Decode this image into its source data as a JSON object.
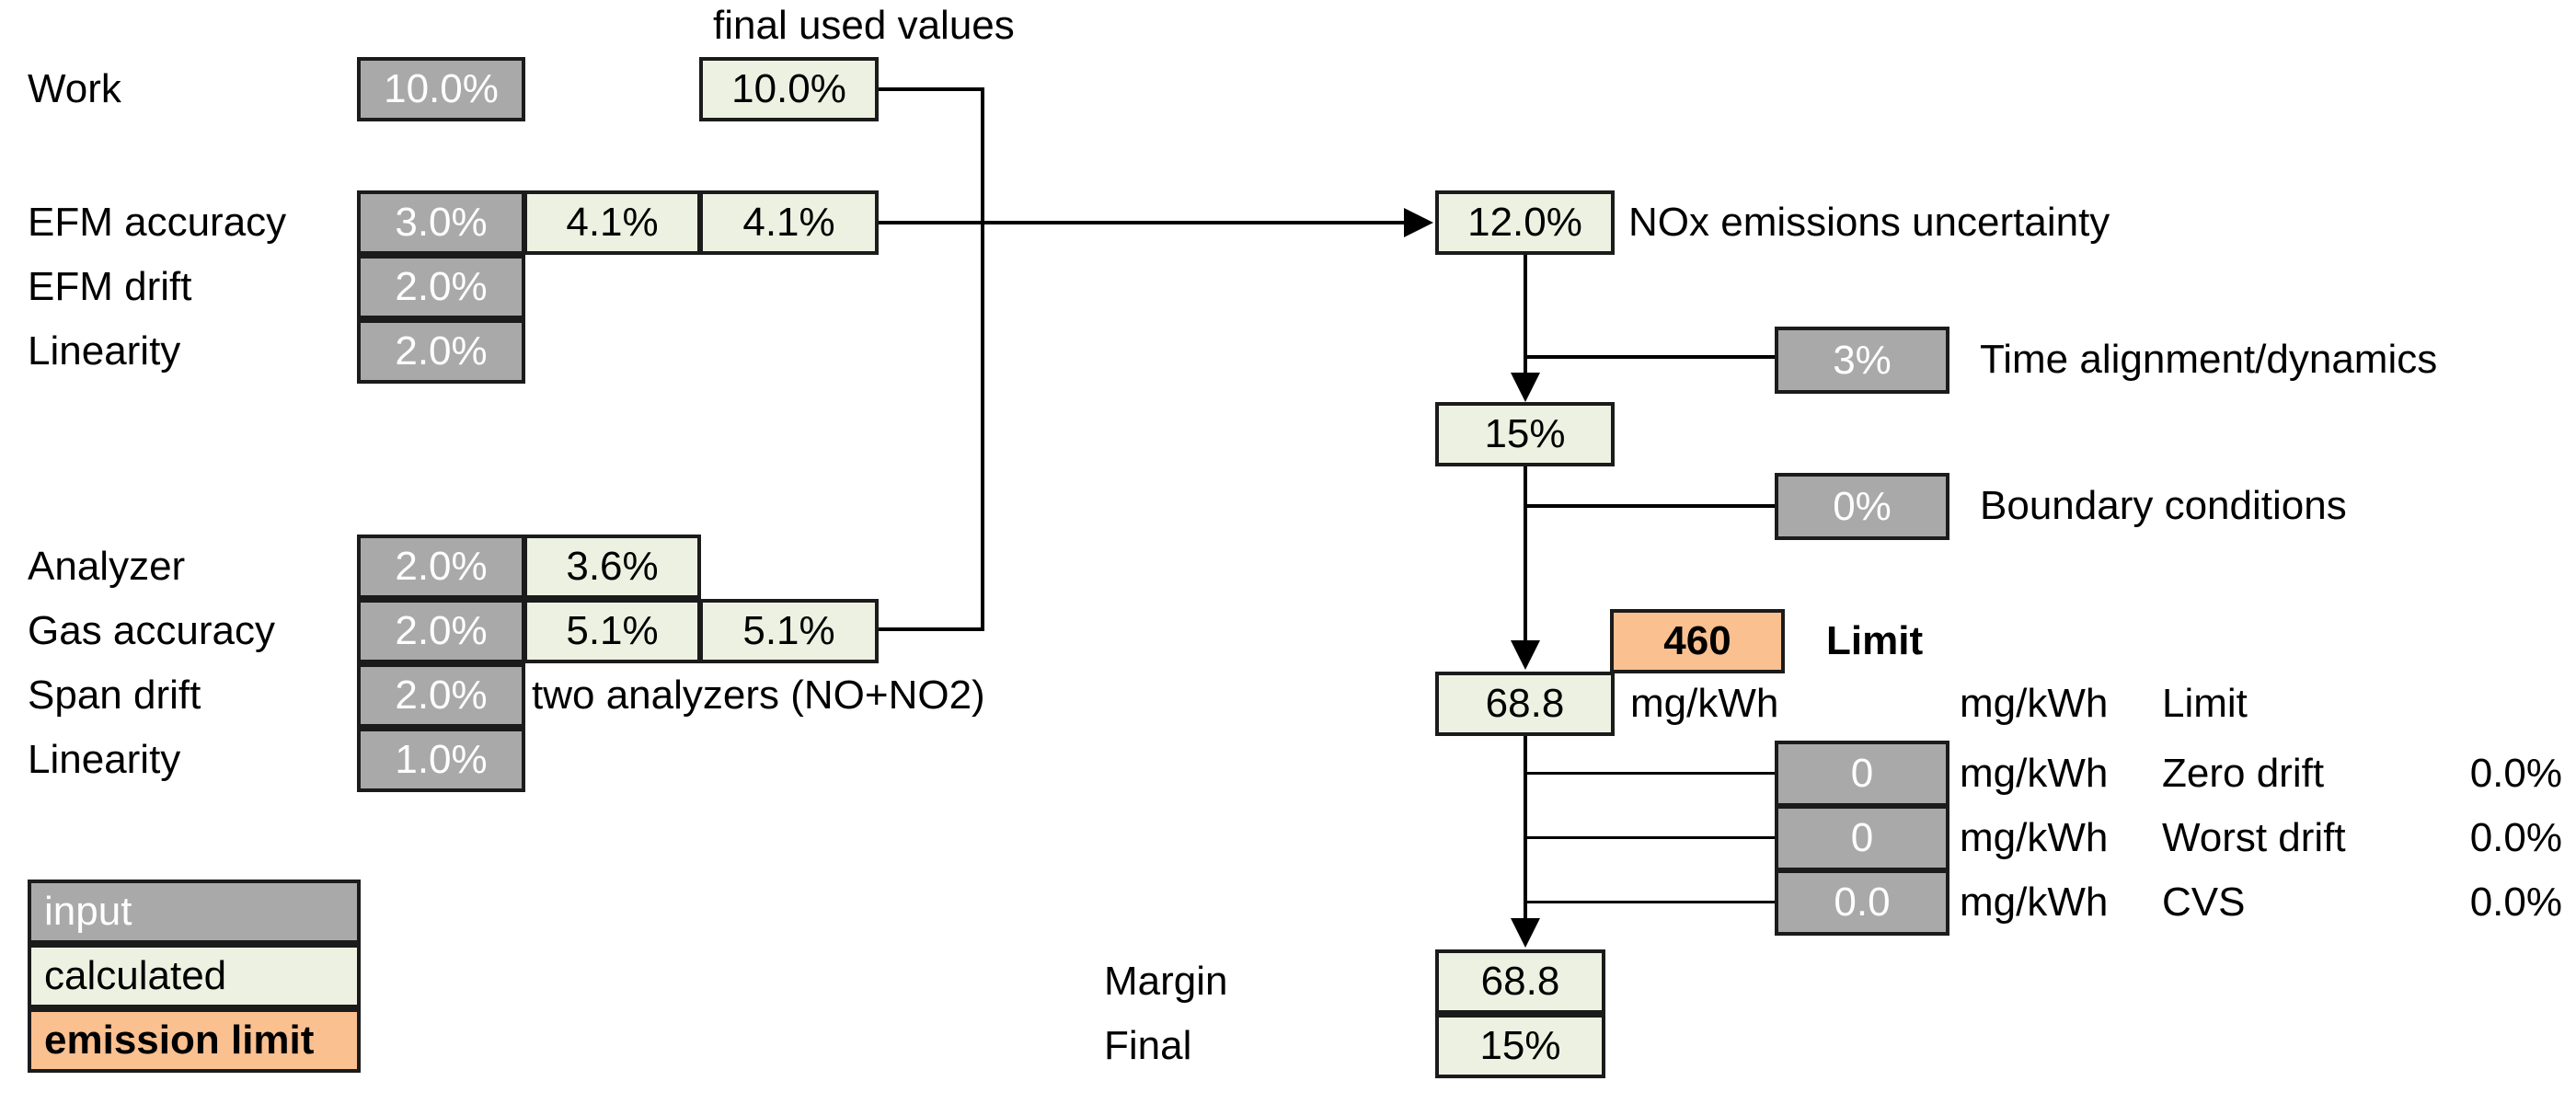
{
  "header": {
    "final_used_values": "final used values"
  },
  "colors": {
    "input_bg": "#a9a9a9",
    "input_text": "#ffffff",
    "calculated_bg": "#edf1e1",
    "emission_limit_bg": "#fac090",
    "border": "#1b1b1b",
    "line": "#000000"
  },
  "left": {
    "rows": [
      {
        "label": "Work",
        "input": "10.0%",
        "final": "10.0%"
      },
      {
        "label": "EFM accuracy",
        "input": "3.0%",
        "calc": "4.1%",
        "final": "4.1%"
      },
      {
        "label": "EFM drift",
        "input": "2.0%"
      },
      {
        "label": "Linearity",
        "input": "2.0%"
      },
      {
        "label": "Analyzer",
        "input": "2.0%",
        "calc": "3.6%"
      },
      {
        "label": "Gas accuracy",
        "input": "2.0%",
        "calc": "5.1%",
        "final": "5.1%"
      },
      {
        "label": "Span drift",
        "input": "2.0%",
        "note": "two analyzers (NO+NO2)"
      },
      {
        "label": "Linearity",
        "input": "1.0%"
      }
    ]
  },
  "legend": {
    "input": "input",
    "calculated": "calculated",
    "emission_limit": "emission limit"
  },
  "flow": {
    "nox": {
      "value": "12.0%",
      "label": "NOx emissions uncertainty"
    },
    "time": {
      "value": "3%",
      "label": "Time alignment/dynamics"
    },
    "combined": {
      "value": "15%"
    },
    "boundary": {
      "value": "0%",
      "label": "Boundary conditions"
    },
    "limit": {
      "value": "460",
      "label": "Limit"
    },
    "result": {
      "value": "68.8",
      "unit": "mg/kWh"
    },
    "drift_header": {
      "unit": "mg/kWh",
      "label": "Limit"
    },
    "drift_rows": [
      {
        "value": "0",
        "unit": "mg/kWh",
        "label": "Zero drift",
        "pct": "0.0%"
      },
      {
        "value": "0",
        "unit": "mg/kWh",
        "label": "Worst drift",
        "pct": "0.0%"
      },
      {
        "value": "0.0",
        "unit": "mg/kWh",
        "label": "CVS",
        "pct": "0.0%"
      }
    ],
    "margin": {
      "label": "Margin",
      "value": "68.8"
    },
    "final": {
      "label": "Final",
      "value": "15%"
    }
  }
}
